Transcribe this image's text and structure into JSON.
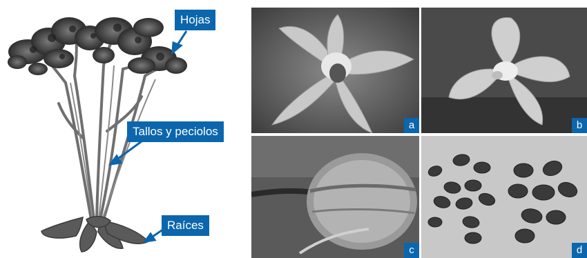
{
  "plant_labels": {
    "leaves": "Hojas",
    "stems": "Tallos y peciolos",
    "roots": "Raíces"
  },
  "photo_labels": {
    "a": "a",
    "b": "b",
    "c": "c",
    "d": "d"
  },
  "colors": {
    "label_bg": "#0b66ad",
    "arrow": "#0b66ad"
  }
}
